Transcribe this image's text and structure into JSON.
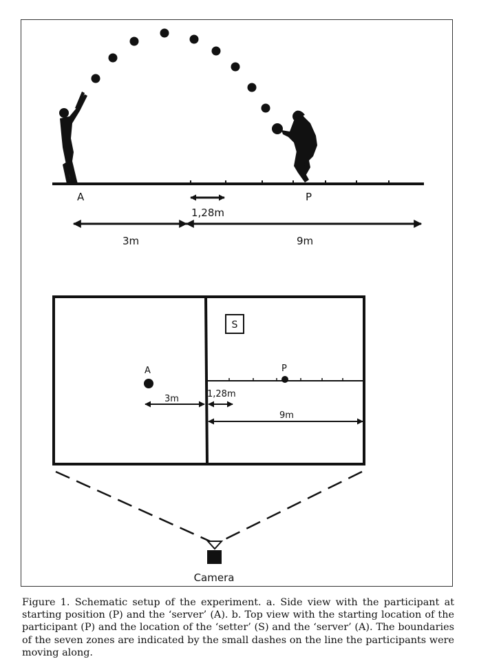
{
  "side_view": {
    "label_server": "A",
    "label_participant": "P",
    "dim_zone": "1,28m",
    "dim_left": "3m",
    "dim_right": "9m"
  },
  "top_view": {
    "label_setter": "S",
    "label_server": "A",
    "label_participant": "P",
    "dim_left": "3m",
    "dim_zone": "1,28m",
    "dim_right": "9m",
    "camera_label": "Camera"
  },
  "caption": "Figure 1. Schematic setup of the experiment. a. Side view with the participant at starting position (P) and the ‘server’ (A). b. Top view with the starting location of the participant (P) and the location of the ‘setter’ (S) and the ‘server’ (A). The boundaries of the seven zones are indicated by the small dashes on the line the participants were moving along."
}
